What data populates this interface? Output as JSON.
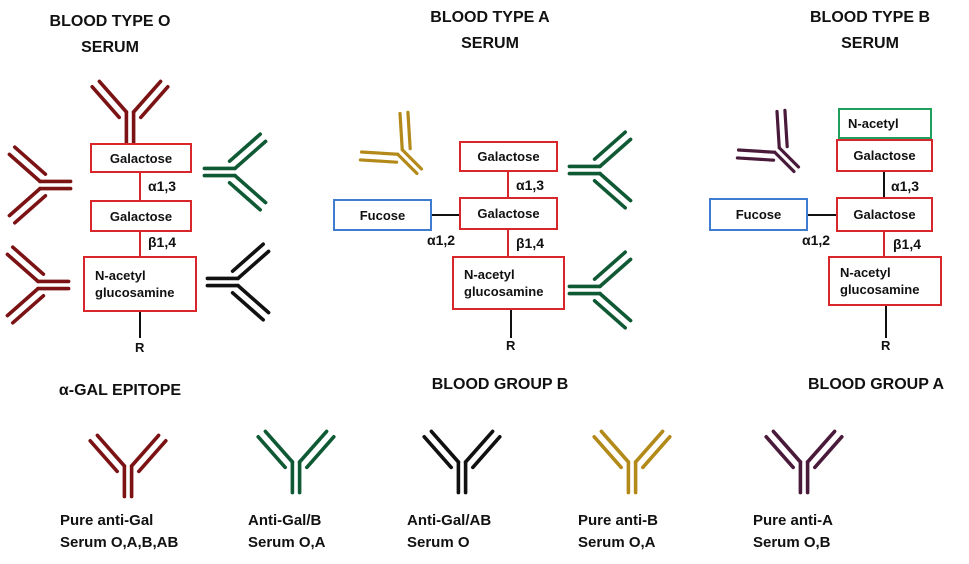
{
  "colors": {
    "anti_gal": "#7b1214",
    "anti_gal_b": "#0f5a35",
    "anti_gal_ab": "#111111",
    "anti_b": "#b38a1a",
    "anti_a": "#4a1a3a",
    "box_red": "#d9262a",
    "box_blue": "#3f7ccf",
    "box_green": "#1f9e5c"
  },
  "panels": {
    "o": {
      "title_line1": "BLOOD TYPE O",
      "title_line2": "SERUM",
      "caption": "α-GAL EPITOPE",
      "box1": "Galactose",
      "box2": "Galactose",
      "box3_line1": "N-acetyl",
      "box3_line2": "glucosamine",
      "link1": "α1,3",
      "link2": "β1,4",
      "r": "R"
    },
    "a": {
      "title_line1": "BLOOD TYPE A",
      "title_line2": "SERUM",
      "caption": "BLOOD GROUP B",
      "box1": "Galactose",
      "box2": "Galactose",
      "box3_line1": "N-acetyl",
      "box3_line2": "glucosamine",
      "fucose": "Fucose",
      "link1": "α1,3",
      "link2": "β1,4",
      "link_fuc": "α1,2",
      "r": "R"
    },
    "b": {
      "title_line1": "BLOOD TYPE B",
      "title_line2": "SERUM",
      "caption": "BLOOD GROUP A",
      "top_box": "N-acetyl",
      "box1": "Galactose",
      "box2": "Galactose",
      "box3_line1": "N-acetyl",
      "box3_line2": "glucosamine",
      "fucose": "Fucose",
      "link1": "α1,3",
      "link2": "β1,4",
      "link_fuc": "α1,2",
      "r": "R"
    }
  },
  "legend": [
    {
      "line1": "Pure anti-Gal",
      "line2": "Serum O,A,B,AB",
      "color": "anti_gal"
    },
    {
      "line1": "Anti-Gal/B",
      "line2": "Serum O,A",
      "color": "anti_gal_b"
    },
    {
      "line1": "Anti-Gal/AB",
      "line2": "Serum O",
      "color": "anti_gal_ab"
    },
    {
      "line1": "Pure anti-B",
      "line2": "Serum O,A",
      "color": "anti_b"
    },
    {
      "line1": "Pure anti-A",
      "line2": "Serum O,B",
      "color": "anti_a"
    }
  ]
}
